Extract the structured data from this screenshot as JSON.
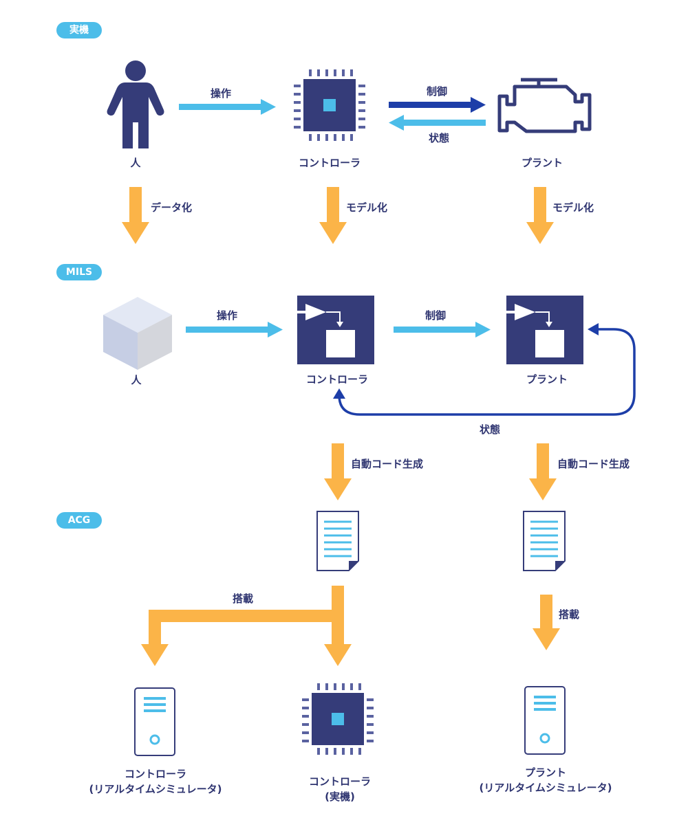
{
  "colors": {
    "navy": "#353c79",
    "dark_blue": "#1d3ea8",
    "light_blue": "#4cbde9",
    "orange": "#fbb448",
    "doc_line": "#4cbde9",
    "cube_top": "#e3e8f4",
    "cube_left": "#c6cee4",
    "cube_right": "#d4d6dc"
  },
  "sections": {
    "real": "実機",
    "mils": "MILS",
    "acg": "ACG"
  },
  "real": {
    "human_label": "人",
    "controller_label": "コントローラ",
    "plant_label": "プラント",
    "operation_label": "操作",
    "control_label": "制御",
    "state_label": "状態",
    "human_icon": "person-icon",
    "controller_icon": "microchip-icon",
    "plant_icon": "engine-icon"
  },
  "transforms": {
    "data_label": "データ化",
    "model_label_1": "モデル化",
    "model_label_2": "モデル化"
  },
  "mils": {
    "human_label": "人",
    "controller_label": "コントローラ",
    "plant_label": "プラント",
    "operation_label": "操作",
    "control_label": "制御",
    "state_label": "状態",
    "human_icon": "cube-icon",
    "block_icon": "block-diagram-icon"
  },
  "codegen": {
    "label_1": "自動コード生成",
    "label_2": "自動コード生成",
    "doc_icon": "document-icon"
  },
  "deploy": {
    "label_1": "搭載",
    "label_2": "搭載"
  },
  "outputs": {
    "sim_controller_line1": "コントローラ",
    "sim_controller_line2": "(リアルタイムシミュレータ)",
    "real_controller_line1": "コントローラ",
    "real_controller_line2": "(実機)",
    "sim_plant_line1": "プラント",
    "sim_plant_line2": "(リアルタイムシミュレータ)",
    "server_icon": "server-icon"
  }
}
